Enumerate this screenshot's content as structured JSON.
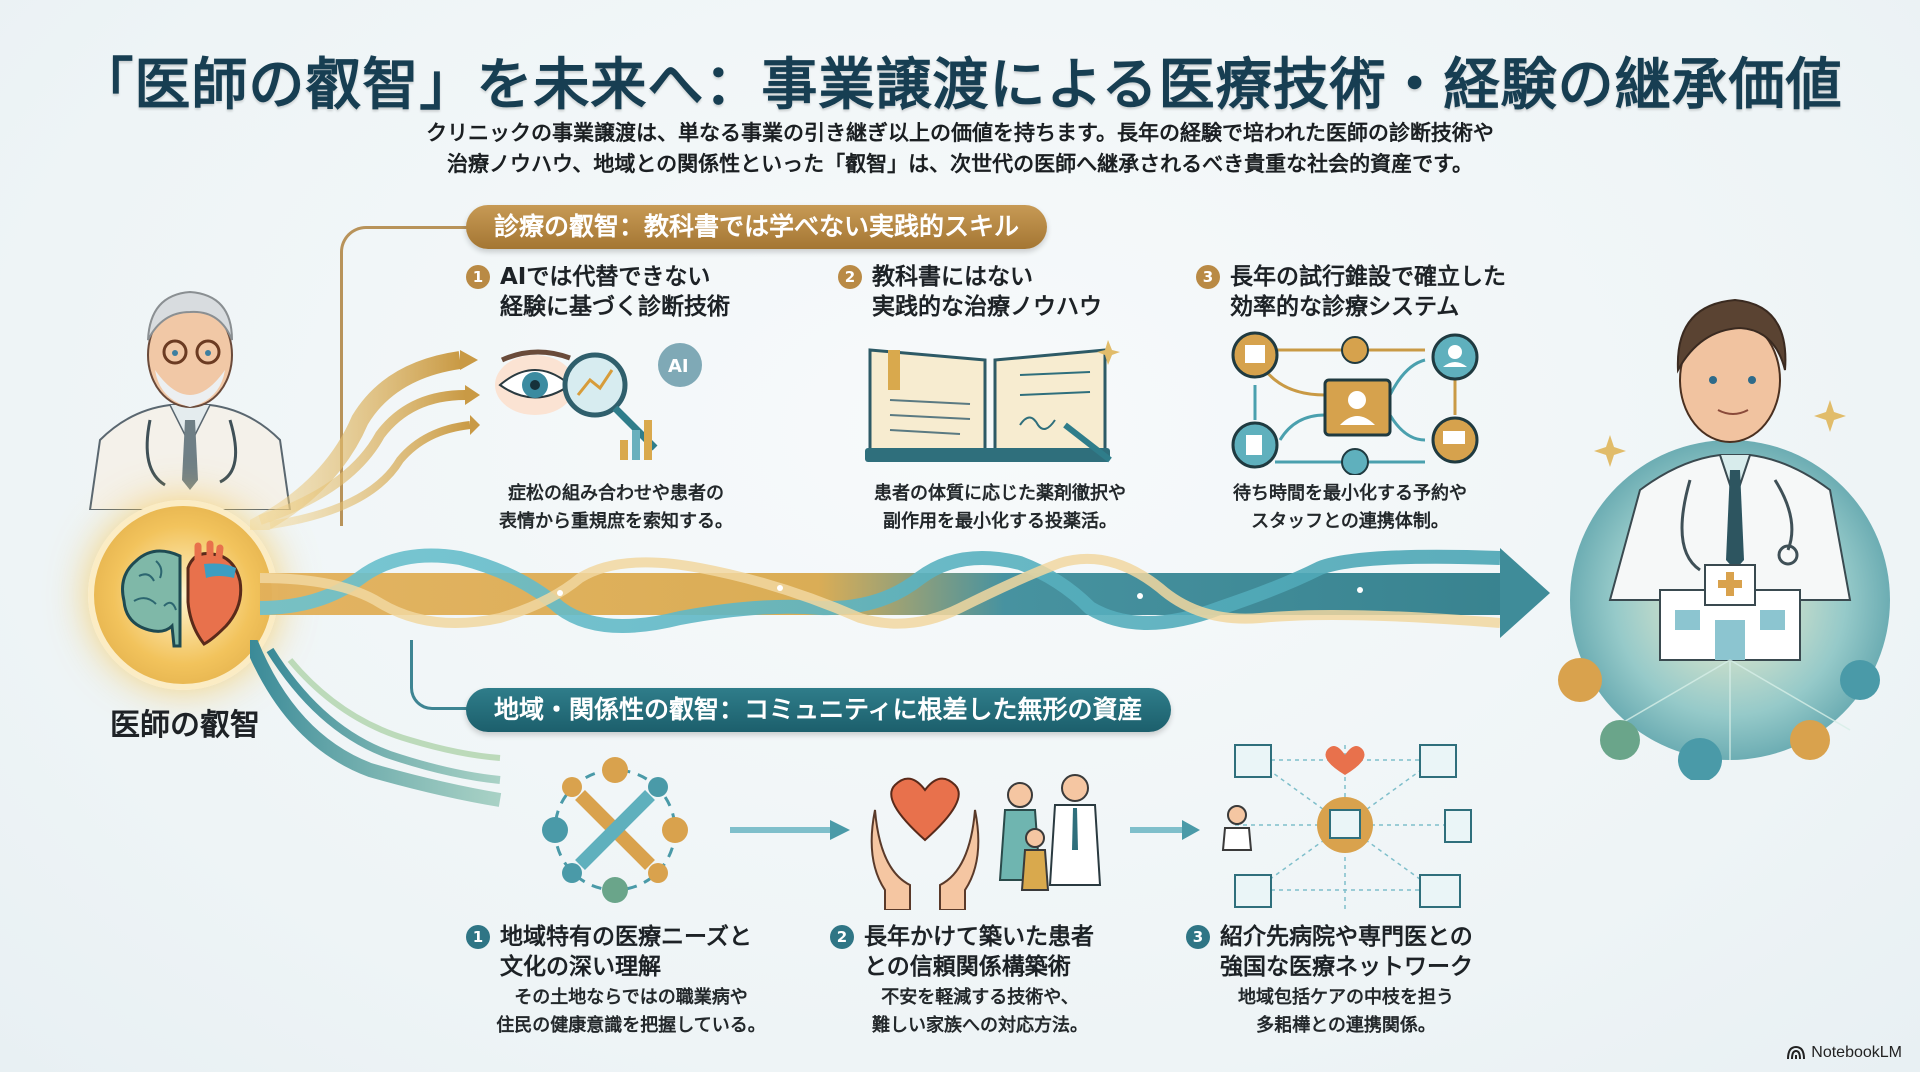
{
  "header": {
    "title": "「医師の叡智」を未来へ：事業譲渡による医療技術・経験の継承価値",
    "subtitle_line1": "クリニックの事業譲渡は、単なる事業の引き継ぎ以上の価値を持ちます。長年の経験で培われた医師の診断技術や",
    "subtitle_line2": "治療ノウハウ、地域との関係性といった「叡智」は、次世代の医師へ継承されるべき貴重な社会的資産です。"
  },
  "core": {
    "label": "医師の叡智",
    "icons": [
      "brain-icon",
      "heart-icon"
    ]
  },
  "clinical_section": {
    "banner": "診療の叡智：教科書では学べない実践的スキル",
    "color": "#b08040",
    "items": [
      {
        "num": "1",
        "title_line1": "AIでは代替できない",
        "title_line2": "経験に基づく診断技術",
        "desc_line1": "症松の組み合わせや患者の",
        "desc_line2": "表情から重規庶を索知する。",
        "illustration": "eye-magnifier-ai-icon"
      },
      {
        "num": "2",
        "title_line1": "教科書にはない",
        "title_line2": "実践的な治療ノウハウ",
        "desc_line1": "患者の体質に応じた薬剤徹択や",
        "desc_line2": "副作用を最小化する投薬活。",
        "illustration": "open-book-pen-icon"
      },
      {
        "num": "3",
        "title_line1": "長年の試行錐設で確立した",
        "title_line2": "効率的な診療システム",
        "desc_line1": "待ち時間を最小化する予約や",
        "desc_line2": "スタッフとの連携体制。",
        "illustration": "workflow-diagram-icon"
      }
    ]
  },
  "community_section": {
    "banner": "地域・関係性の叡智：コミュニティに根差した無形の資産",
    "color": "#236a77",
    "items": [
      {
        "num": "1",
        "title_line1": "地域特有の医療ニーズと",
        "title_line2": "文化の深い理解",
        "desc_line1": "その土地ならではの職業病や",
        "desc_line2": "住民の健康意識を把握している。",
        "illustration": "community-circle-icon"
      },
      {
        "num": "2",
        "title_line1": "長年かけて築いた患者",
        "title_line2": "との信頼関係構築術",
        "desc_line1": "不安を軽減する技術や、",
        "desc_line2": "難しい家族への対応方法。",
        "illustration": "hands-heart-family-icon"
      },
      {
        "num": "3",
        "title_line1": "紹介先病院や専門医との",
        "title_line2": "強国な医療ネットワーク",
        "desc_line1": "地域包括ケアの中枝を担う",
        "desc_line2": "多耜樺との連携関係。",
        "illustration": "hospital-network-icon"
      }
    ]
  },
  "figures": {
    "senior_doctor": "senior-doctor-illustration",
    "young_doctor": "young-doctor-illustration",
    "clinic": "clinic-building-icon"
  },
  "colors": {
    "gold": "#c79a55",
    "teal": "#2f7d8a",
    "title": "#173e52",
    "background": "#eef4f6"
  },
  "footer": {
    "brand": "NotebookLM"
  }
}
